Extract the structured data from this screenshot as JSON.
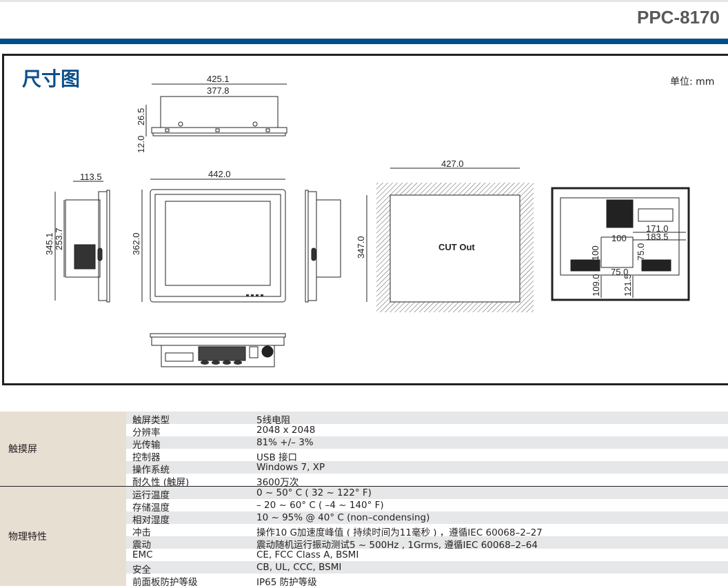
{
  "header": {
    "model": "PPC-8170",
    "section_title": "尺寸图",
    "unit": "单位: mm"
  },
  "dimensions": {
    "top_view": {
      "outer_width": "425.1",
      "inner_width": "377.8",
      "depth_upper": "26.5",
      "depth_lower": "12.0"
    },
    "side_view": {
      "depth": "113.5",
      "height_outer": "345.1",
      "height_inner": "253.7"
    },
    "front_view": {
      "width": "442.0",
      "height": "362.0"
    },
    "cutout": {
      "width": "427.0",
      "height": "347.0",
      "label": "CUT Out"
    },
    "rear_view": {
      "d1": "171.0",
      "d2": "183.5",
      "vesa_h": "100",
      "vesa_v": "100",
      "vesa2_v": "75.0",
      "vesa2_h": "75.0",
      "bottom1": "109.0",
      "bottom2": "121.5"
    }
  },
  "specs": [
    {
      "group": "触摸屏",
      "rows": [
        {
          "k": "触屏类型",
          "v": "5线电阻"
        },
        {
          "k": "分辨率",
          "v": "2048 x 2048"
        },
        {
          "k": "光传输",
          "v": "81% +/– 3%"
        },
        {
          "k": "控制器",
          "v": "USB 接口"
        },
        {
          "k": "操作系统",
          "v": "Windows 7, XP"
        },
        {
          "k": "耐久性 (触屏)",
          "v": "3600万次"
        }
      ]
    },
    {
      "group": "物理特性",
      "rows": [
        {
          "k": "运行温度",
          "v": "0 ~ 50°  C ( 32 ~ 122°  F)"
        },
        {
          "k": "存储温度",
          "v": "– 20 ~ 60°  C ( –4 ~ 140°  F)"
        },
        {
          "k": "相对湿度",
          "v": "10 ~ 95% @ 40°  C (non–condensing)"
        },
        {
          "k": "冲击",
          "v": "操作10 G加速度峰值 ( 持续时间为11毫秒 ) ，遵循IEC 60068–2–27"
        },
        {
          "k": "震动",
          "v": "震动随机运行振动测试5 ~ 500Hz , 1Grms, 遵循IEC 60068–2–64"
        },
        {
          "k": "EMC",
          "v": "CE, FCC Class A, BSMI"
        },
        {
          "k": "安全",
          "v": "CB, UL, CCC, BSMI"
        },
        {
          "k": "前面板防护等级",
          "v": "IP65 防护等级"
        }
      ]
    }
  ]
}
